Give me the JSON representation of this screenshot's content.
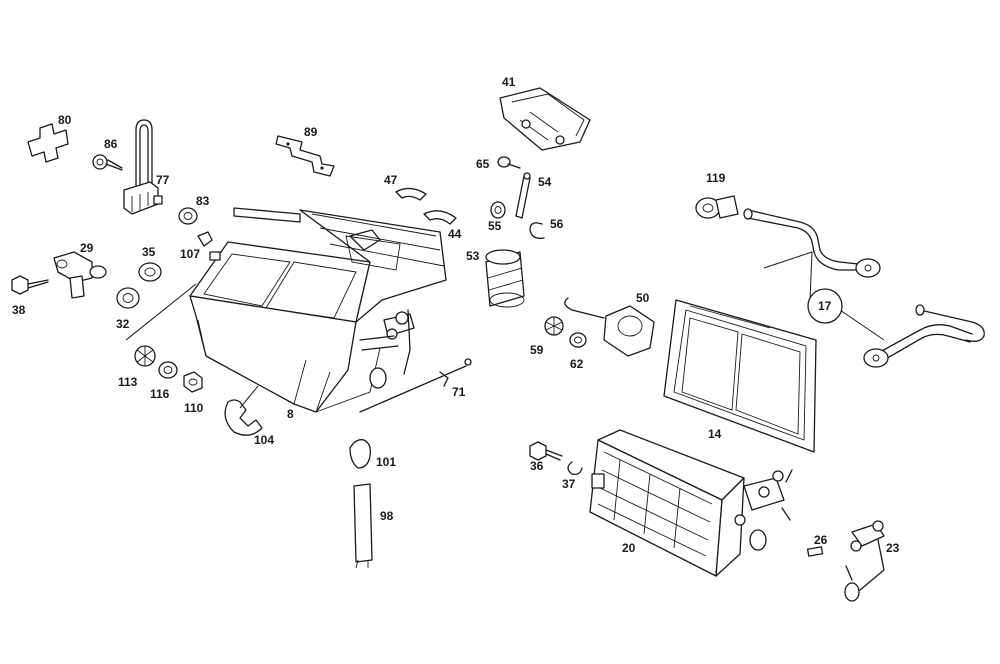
{
  "callouts": {
    "c8": "8",
    "c14": "14",
    "c17": "17",
    "c20": "20",
    "c23": "23",
    "c26": "26",
    "c29": "29",
    "c32": "32",
    "c35": "35",
    "c36": "36",
    "c37": "37",
    "c38": "38",
    "c41": "41",
    "c44": "44",
    "c47": "47",
    "c50": "50",
    "c53": "53",
    "c54": "54",
    "c55": "55",
    "c56": "56",
    "c59": "59",
    "c62": "62",
    "c65": "65",
    "c71": "71",
    "c77": "77",
    "c80": "80",
    "c83": "83",
    "c86": "86",
    "c89": "89",
    "c98": "98",
    "c101": "101",
    "c104": "104",
    "c107": "107",
    "c110": "110",
    "c113": "113",
    "c116": "116",
    "c119": "119"
  }
}
